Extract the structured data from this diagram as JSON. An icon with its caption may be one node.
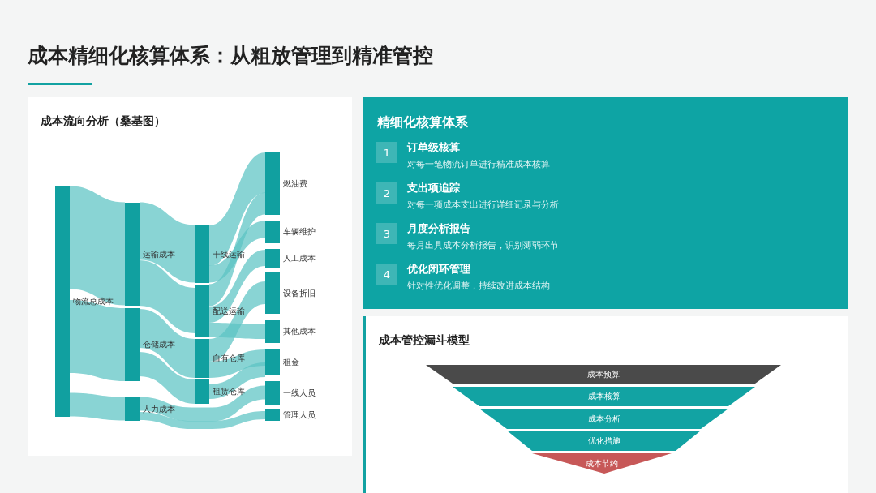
{
  "diagram": {
    "title": "成本精细化核算体系：从粗放管理到精准管控",
    "nodes": [
      {
        "text": [],
        "shape": "bar",
        "beside": [
          "物流总成本"
        ]
      },
      {
        "text": [],
        "shape": "bar",
        "beside": [
          "运输成本"
        ]
      },
      {
        "text": [],
        "shape": "bar",
        "beside": [
          "仓储成本"
        ]
      },
      {
        "text": [],
        "shape": "bar",
        "beside": [
          "人力成本"
        ]
      },
      {
        "text": [],
        "shape": "bar",
        "beside": [
          "干线运输"
        ]
      },
      {
        "text": [],
        "shape": "bar",
        "beside": [
          "配送运输"
        ]
      },
      {
        "text": [],
        "shape": "bar",
        "beside": [
          "自有仓库"
        ]
      },
      {
        "text": [],
        "shape": "bar",
        "beside": [
          "租赁仓库"
        ]
      },
      {
        "text": [],
        "shape": "bar",
        "beside": [
          "燃油费"
        ]
      },
      {
        "text": [],
        "shape": "bar",
        "beside": [
          "车辆维护"
        ]
      },
      {
        "text": [],
        "shape": "bar",
        "beside": [
          "人工成本"
        ]
      },
      {
        "text": [],
        "shape": "bar",
        "beside": [
          "设备折旧"
        ]
      },
      {
        "text": [],
        "shape": "bar",
        "beside": [
          "其他成本"
        ]
      },
      {
        "text": [],
        "shape": "bar",
        "beside": [
          "租金"
        ]
      },
      {
        "text": [],
        "shape": "bar",
        "beside": [
          "一线人员"
        ]
      },
      {
        "text": [],
        "shape": "bar",
        "beside": [
          "管理人员"
        ]
      },
      {
        "text": [
          "1"
        ],
        "beside": [
          "订单级核算",
          "对每一笔物流订单进行精准成本核算"
        ]
      },
      {
        "text": [
          "2"
        ],
        "beside": [
          "支出项追踪",
          "对每一项成本支出进行详细记录与分析"
        ]
      },
      {
        "text": [
          "3"
        ],
        "beside": [
          "月度分析报告",
          "每月出具成本分析报告，识别薄弱环节"
        ]
      },
      {
        "text": [
          "4"
        ],
        "beside": [
          "优化闭环管理",
          "针对性优化调整，持续改进成本结构"
        ]
      },
      {
        "text": [
          "成本预算"
        ]
      },
      {
        "text": [
          "成本核算"
        ]
      },
      {
        "text": [
          "成本分析"
        ]
      },
      {
        "text": [
          "优化措施"
        ]
      },
      {
        "text": [
          "成本节约"
        ]
      }
    ],
    "edges": [
      {
        "from": 0,
        "to": 1,
        "arrow": "none"
      },
      {
        "from": 0,
        "to": 2,
        "arrow": "none"
      },
      {
        "from": 0,
        "to": 3,
        "arrow": "none"
      },
      {
        "from": 1,
        "to": 4,
        "arrow": "none"
      },
      {
        "from": 1,
        "to": 5,
        "arrow": "none"
      },
      {
        "from": 2,
        "to": 6,
        "arrow": "none"
      },
      {
        "from": 2,
        "to": 7,
        "arrow": "none"
      },
      {
        "from": 3,
        "to": 14,
        "arrow": "none"
      },
      {
        "from": 3,
        "to": 15,
        "arrow": "none"
      },
      {
        "from": 4,
        "to": 8,
        "arrow": "none"
      },
      {
        "from": 4,
        "to": 9,
        "arrow": "none"
      },
      {
        "from": 5,
        "to": 8,
        "arrow": "none"
      },
      {
        "from": 5,
        "to": 10,
        "arrow": "none"
      },
      {
        "from": 5,
        "to": 12,
        "arrow": "none"
      },
      {
        "from": 6,
        "to": 11,
        "arrow": "none"
      },
      {
        "from": 6,
        "to": 13,
        "arrow": "none"
      },
      {
        "from": 7,
        "to": 13,
        "arrow": "none"
      }
    ],
    "labels": [
      "成本流向分析（桑基图）",
      "精细化核算体系",
      "成本管控漏斗模型"
    ]
  }
}
